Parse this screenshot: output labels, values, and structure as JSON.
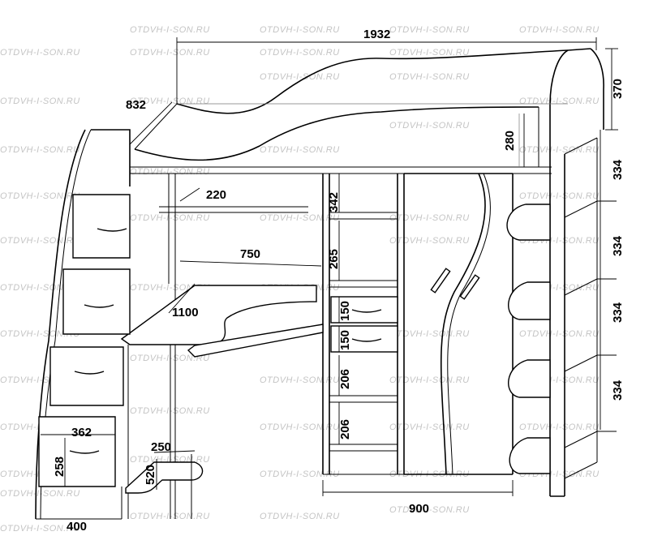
{
  "watermark": "OTDVH-I-SON.RU",
  "dimensions": {
    "total_length": "1932",
    "depth": "832",
    "top_height": "370",
    "bed_side_height": "280",
    "wardrobe_section_1": "334",
    "wardrobe_section_2": "334",
    "wardrobe_section_3": "334",
    "wardrobe_section_4": "334",
    "desk_shelf": "220",
    "desk_width": "750",
    "desk_length": "1100",
    "shelf_top": "342",
    "shelf_mid": "265",
    "drawer_1": "150",
    "drawer_2": "150",
    "shelf_low_1": "206",
    "shelf_low_2": "206",
    "wardrobe_width": "900",
    "stair_step_width": "362",
    "stair_step_height": "258",
    "stair_width": "400",
    "small_shelf_width": "250",
    "small_shelf_height": "520"
  }
}
